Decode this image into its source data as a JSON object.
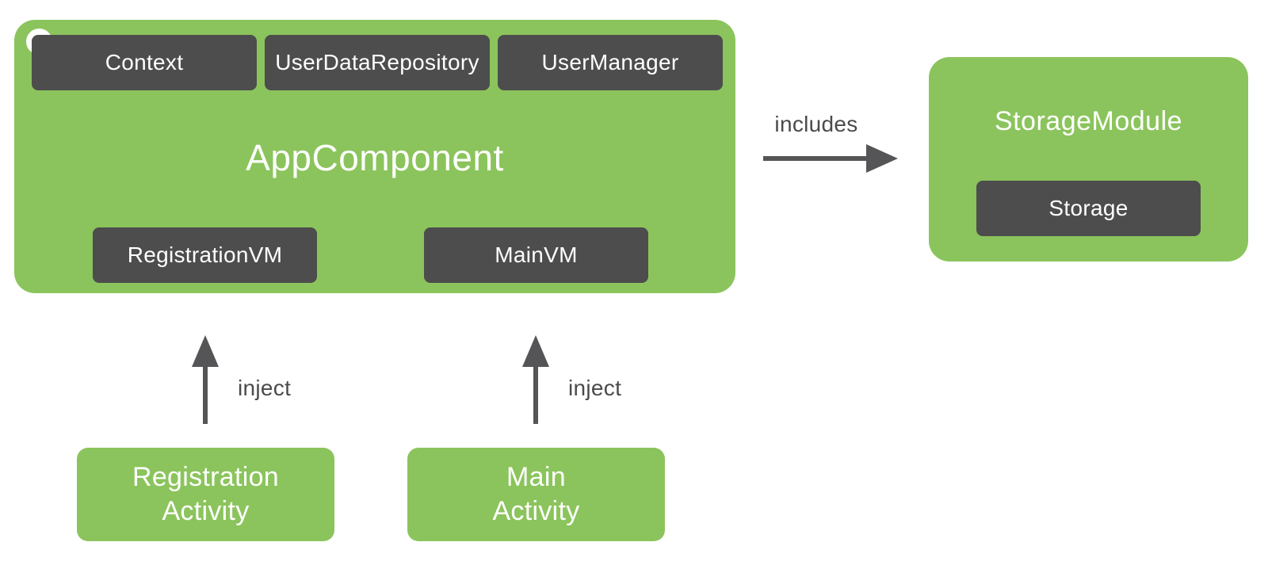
{
  "colors": {
    "green": "#8BC45C",
    "dark": "#4D4D4D",
    "arrow": "#555557",
    "label_text": "#4B4B4D",
    "white_text": "#FFFFFF",
    "page_bg": "#FFFFFF"
  },
  "app_component": {
    "title": "AppComponent",
    "provided": [
      "Context",
      "UserDataRepository",
      "UserManager"
    ],
    "view_models": [
      "RegistrationVM",
      "MainVM"
    ]
  },
  "storage_module": {
    "title": "StorageModule",
    "provided": [
      "Storage"
    ]
  },
  "arrows": {
    "includes_label": "includes",
    "inject_registration_label": "inject",
    "inject_main_label": "inject"
  },
  "activities": {
    "registration": {
      "line1": "Registration",
      "line2": "Activity"
    },
    "main": {
      "line1": "Main",
      "line2": "Activity"
    }
  }
}
